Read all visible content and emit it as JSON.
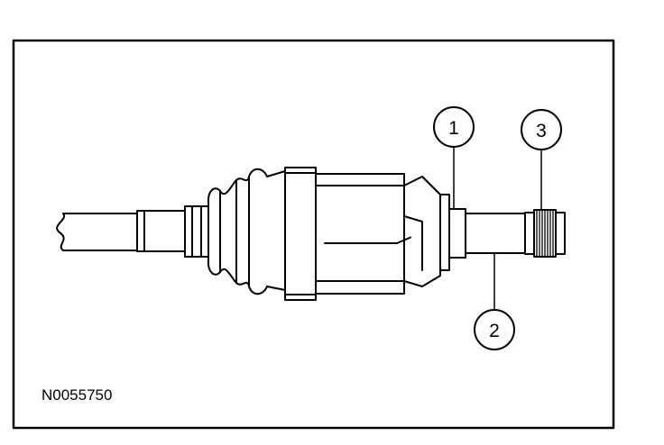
{
  "figure": {
    "code": "N0055750",
    "callouts": [
      {
        "number": "1",
        "label": "1"
      },
      {
        "number": "2",
        "label": "2"
      },
      {
        "number": "3",
        "label": "3"
      }
    ]
  }
}
